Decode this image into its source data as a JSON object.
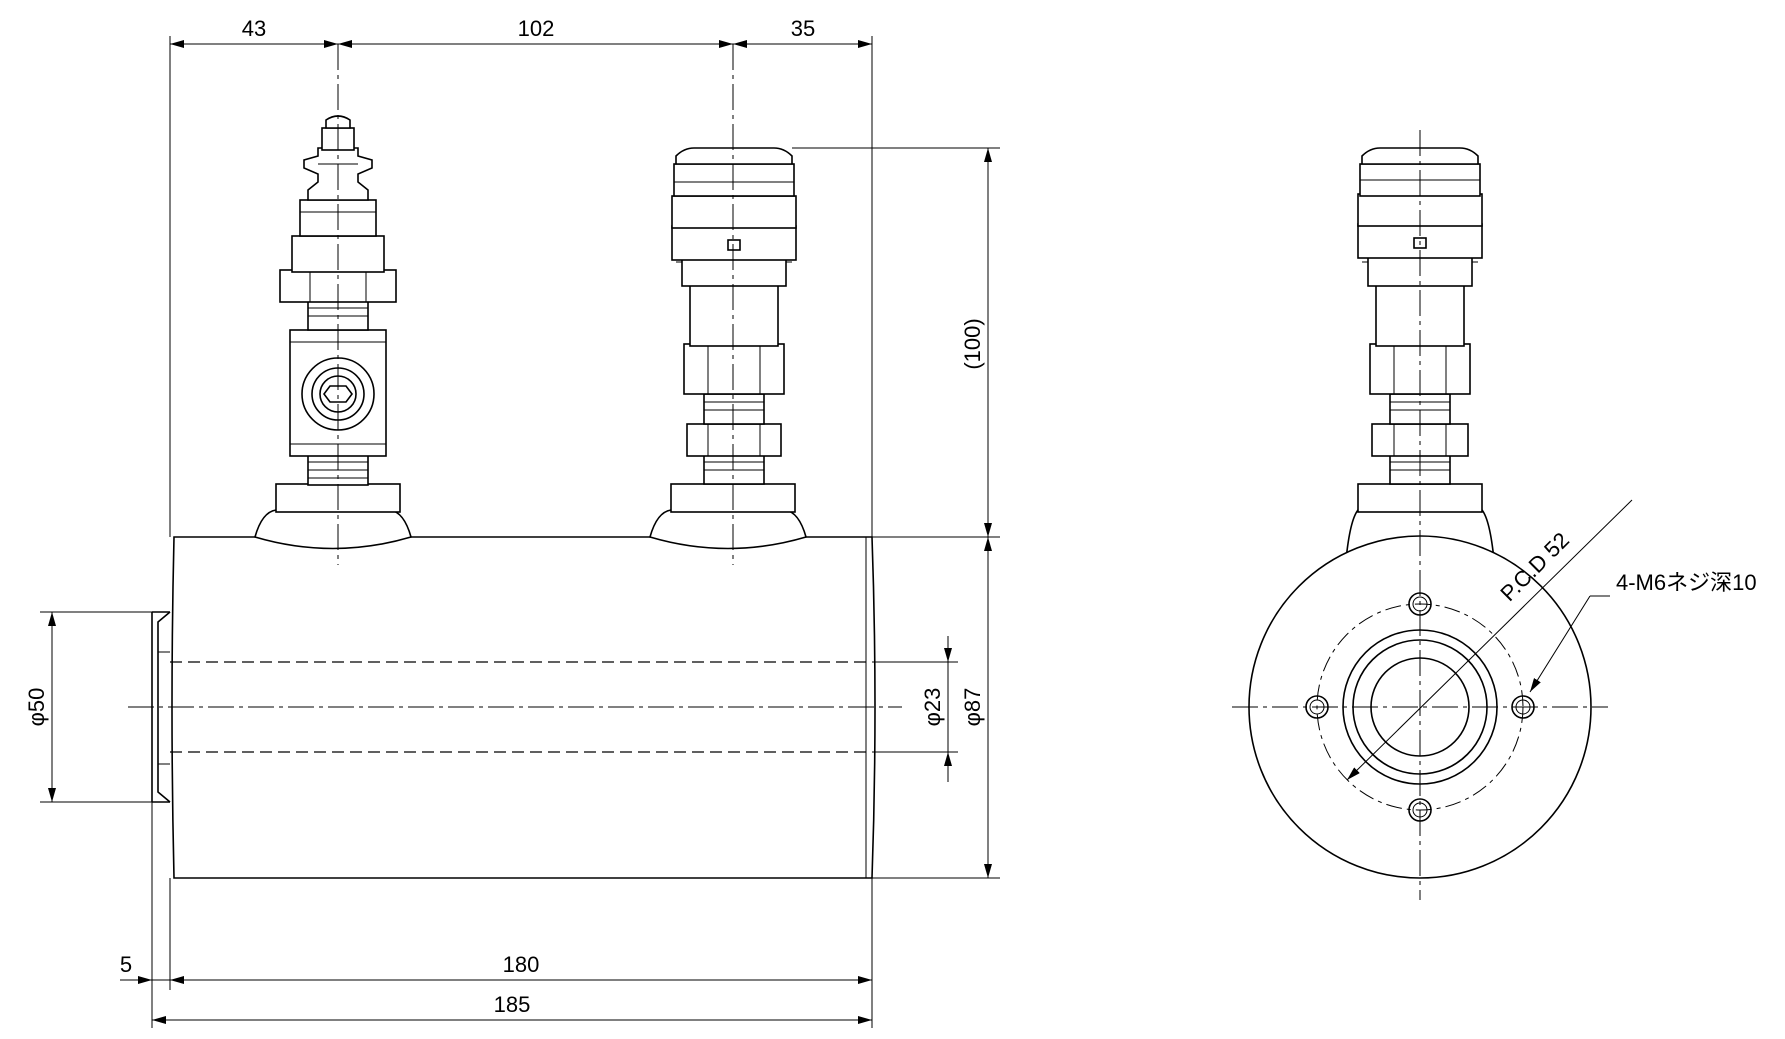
{
  "dimensions": {
    "top_left": "43",
    "top_mid": "102",
    "top_right": "35",
    "height_paren": "(100)",
    "phi50": "φ50",
    "phi23": "φ23",
    "phi87": "φ87",
    "bottom_5": "5",
    "bottom_180": "180",
    "bottom_185": "185"
  },
  "callouts": {
    "pcd": "P.C.D 52",
    "thread": "4-M6ネジ深10"
  }
}
